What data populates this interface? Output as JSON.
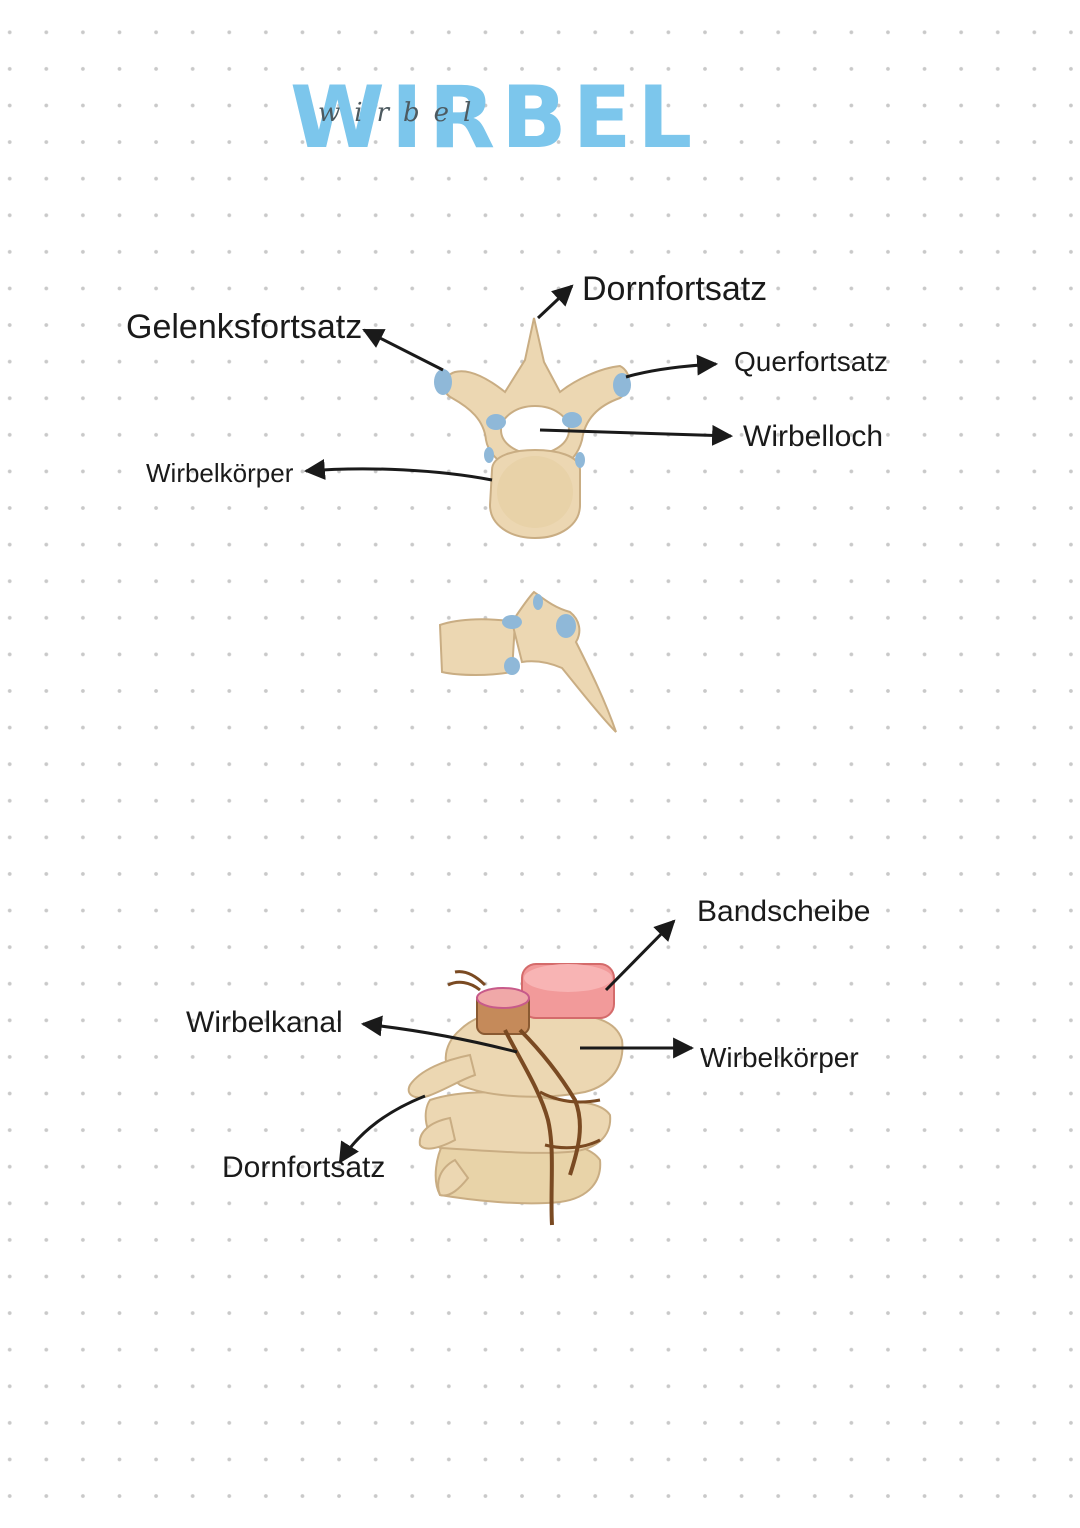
{
  "title": "WIRBEL",
  "title_script": "wirbel",
  "labels": {
    "dornfortsatz_top": "Dornfortsatz",
    "gelenksfortsatz": "Gelenksfortsatz",
    "querfortsatz": "Querfortsatz",
    "wirbelloch": "Wirbelloch",
    "wirbelkoerper_top": "Wirbelkörper",
    "bandscheibe": "Bandscheibe",
    "wirbelkanal": "Wirbelkanal",
    "wirbelkoerper_bottom": "Wirbelkörper",
    "dornfortsatz_bottom": "Dornfortsatz"
  },
  "colors": {
    "title": "#7cc6ec",
    "bone": "#ecd7b2",
    "bone_shadow": "#c9ad83",
    "cartilage": "#8fb8d8",
    "disc": "#f29a9a",
    "nerve": "#7a4a22",
    "ink": "#1a1a1a"
  }
}
